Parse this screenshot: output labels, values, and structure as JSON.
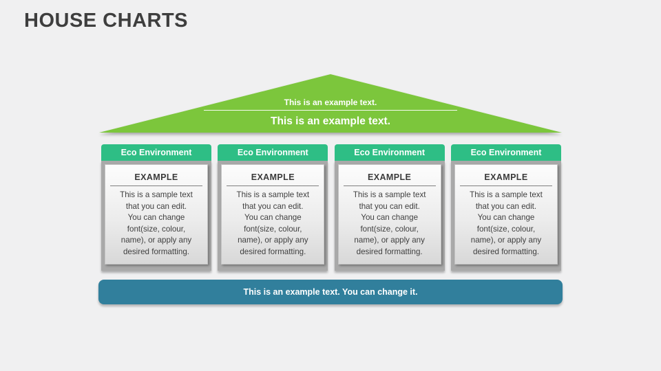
{
  "slide": {
    "title": "HOUSE CHARTS"
  },
  "roof": {
    "line1": "This is an example text.",
    "line2": "This is an example text."
  },
  "columns": [
    {
      "header": "Eco Environment",
      "box_title": "EXAMPLE",
      "box_text": [
        "This is a sample text",
        "that you can edit.",
        "You can change",
        "font(size, colour,",
        "name), or apply any",
        "desired formatting."
      ]
    },
    {
      "header": "Eco Environment",
      "box_title": "EXAMPLE",
      "box_text": [
        "This is a sample text",
        "that you can edit.",
        "You can change",
        "font(size, colour,",
        "name), or apply any",
        "desired formatting."
      ]
    },
    {
      "header": "Eco Environment",
      "box_title": "EXAMPLE",
      "box_text": [
        "This is a sample text",
        "that you can edit.",
        "You can change",
        "font(size, colour,",
        "name), or apply any",
        "desired formatting."
      ]
    },
    {
      "header": "Eco Environment",
      "box_title": "EXAMPLE",
      "box_text": [
        "This is a sample text",
        "that you can edit.",
        "You can change",
        "font(size, colour,",
        "name), or apply any",
        "desired formatting."
      ]
    }
  ],
  "footer": {
    "text": "This is an example text. You can change it."
  },
  "colors": {
    "background": "#f0f0f1",
    "roof_green": "#7cc63c",
    "header_green": "#2ebe85",
    "column_gray": "#a9a9a9",
    "footer_teal": "#317f9c",
    "title_text": "#3e3e3e",
    "body_text": "#3f3f3f"
  }
}
